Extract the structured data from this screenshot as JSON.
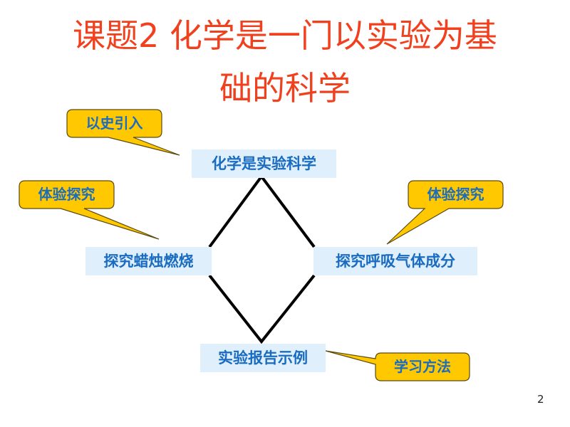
{
  "title": {
    "line1": "课题2 化学是一门以实验为基",
    "line2": "础的科学"
  },
  "diagram": {
    "top": "化学是实验科学",
    "left": "探究蜡烛燃烧",
    "right": "探究呼吸气体成分",
    "bottom": "实验报告示例"
  },
  "callouts": {
    "history": "以史引入",
    "experience_left": "体验探究",
    "experience_right": "体验探究",
    "method": "学习方法"
  },
  "page_number": "2",
  "colors": {
    "title": "#f0401e",
    "node_bg": "#dfeffc",
    "node_text": "#1a6cc0",
    "callout_fill": "#ffc800",
    "callout_stroke": "#5a4a10"
  }
}
